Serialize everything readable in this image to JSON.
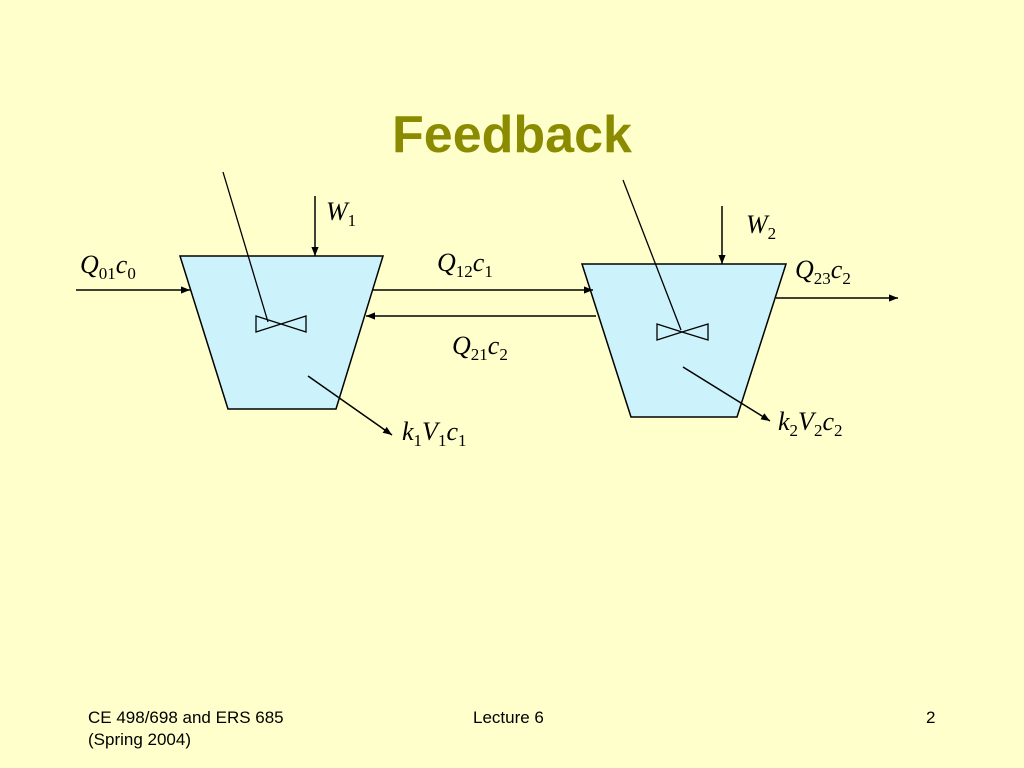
{
  "slide": {
    "title": "Feedback"
  },
  "diagram": {
    "labels": {
      "inflow_1": {
        "sym1": "Q",
        "sub1": "01",
        "sym2": "c",
        "sub2": "0"
      },
      "load_1": {
        "sym1": "W",
        "sub1": "1"
      },
      "forward_flow": {
        "sym1": "Q",
        "sub1": "12",
        "sym2": "c",
        "sub2": "1"
      },
      "feedback_flow": {
        "sym1": "Q",
        "sub1": "21",
        "sym2": "c",
        "sub2": "2"
      },
      "decay_1": {
        "sym1": "k",
        "sub1": "1",
        "sym2": "V",
        "sub2": "1",
        "sym3": "c",
        "sub3": "1"
      },
      "load_2": {
        "sym1": "W",
        "sub1": "2"
      },
      "outflow_2": {
        "sym1": "Q",
        "sub1": "23",
        "sym2": "c",
        "sub2": "2"
      },
      "decay_2": {
        "sym1": "k",
        "sub1": "2",
        "sym2": "V",
        "sub2": "2",
        "sym3": "c",
        "sub3": "2"
      }
    },
    "colors": {
      "tank_fill": "#ccf2fc",
      "stroke": "#000000",
      "title": "#8b8b00",
      "background": "#ffffcc"
    }
  },
  "footer": {
    "course_line1": "CE 498/698 and ERS 685",
    "course_line2": "(Spring 2004)",
    "lecture": "Lecture 6",
    "page_number": "2"
  }
}
